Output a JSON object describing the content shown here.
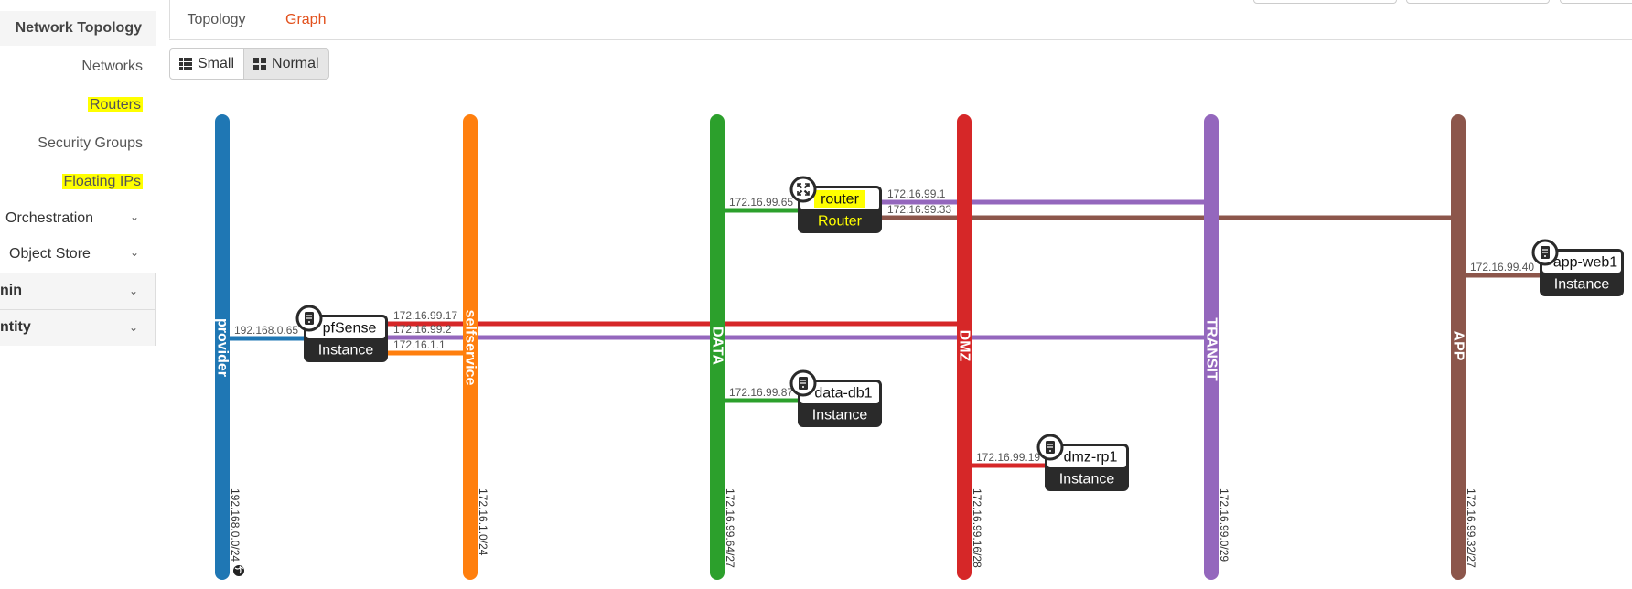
{
  "sidebar": {
    "title": "Network Topology",
    "items": [
      {
        "label": "Networks",
        "highlighted": false
      },
      {
        "label": "Routers",
        "highlighted": true
      },
      {
        "label": "Security Groups",
        "highlighted": false
      },
      {
        "label": "Floating IPs",
        "highlighted": true
      }
    ],
    "groups": [
      {
        "label": "Orchestration",
        "icon": "chevron-down-icon"
      },
      {
        "label": "Object Store",
        "icon": "chevron-down-icon"
      }
    ],
    "sections": [
      {
        "label": "nin",
        "icon": "chevron-down-icon"
      },
      {
        "label": "ntity",
        "icon": "chevron-down-icon"
      }
    ]
  },
  "tabs": [
    {
      "label": "Topology",
      "active": true
    },
    {
      "label": "Graph",
      "active": false
    }
  ],
  "size_toggle": {
    "small_label": "Small",
    "normal_label": "Normal",
    "selected": "Normal"
  },
  "topology": {
    "networks": [
      {
        "id": "provider",
        "name": "provider",
        "cidr": "192.168.0.0/24",
        "color": "#1f77b4",
        "external": true
      },
      {
        "id": "selfservice",
        "name": "selfservice",
        "cidr": "172.16.1.0/24",
        "color": "#ff7f0e"
      },
      {
        "id": "data",
        "name": "DATA",
        "cidr": "172.16.99.64/27",
        "color": "#2ca02c"
      },
      {
        "id": "dmz",
        "name": "DMZ",
        "cidr": "172.16.99.16/28",
        "color": "#d62728"
      },
      {
        "id": "transit",
        "name": "TRANSIT",
        "cidr": "172.16.99.0/29",
        "color": "#9467bd"
      },
      {
        "id": "app",
        "name": "APP",
        "cidr": "172.16.99.32/27",
        "color": "#8c564b"
      }
    ],
    "devices": [
      {
        "id": "pfsense",
        "name": "pfSense",
        "type": "Instance",
        "icon": "server-icon",
        "highlighted": false
      },
      {
        "id": "router",
        "name": "router",
        "type": "Router",
        "icon": "router-icon",
        "highlighted": true
      },
      {
        "id": "data-db1",
        "name": "data-db1",
        "type": "Instance",
        "icon": "server-icon",
        "highlighted": false
      },
      {
        "id": "dmz-rp1",
        "name": "dmz-rp1",
        "type": "Instance",
        "icon": "server-icon",
        "highlighted": false
      },
      {
        "id": "app-web1",
        "name": "app-web1",
        "type": "Instance",
        "icon": "server-icon",
        "highlighted": false
      }
    ],
    "ports": [
      {
        "device": "pfsense",
        "network": "provider",
        "ip": "192.168.0.65"
      },
      {
        "device": "pfsense",
        "network": "dmz",
        "ip": "172.16.99.17"
      },
      {
        "device": "pfsense",
        "network": "transit",
        "ip": "172.16.99.2"
      },
      {
        "device": "pfsense",
        "network": "selfservice",
        "ip": "172.16.1.1"
      },
      {
        "device": "router",
        "network": "data",
        "ip": "172.16.99.65"
      },
      {
        "device": "router",
        "network": "transit",
        "ip": "172.16.99.1"
      },
      {
        "device": "router",
        "network": "app",
        "ip": "172.16.99.33"
      },
      {
        "device": "data-db1",
        "network": "data",
        "ip": "172.16.99.87"
      },
      {
        "device": "dmz-rp1",
        "network": "dmz",
        "ip": "172.16.99.19"
      },
      {
        "device": "app-web1",
        "network": "app",
        "ip": "172.16.99.40"
      }
    ]
  }
}
